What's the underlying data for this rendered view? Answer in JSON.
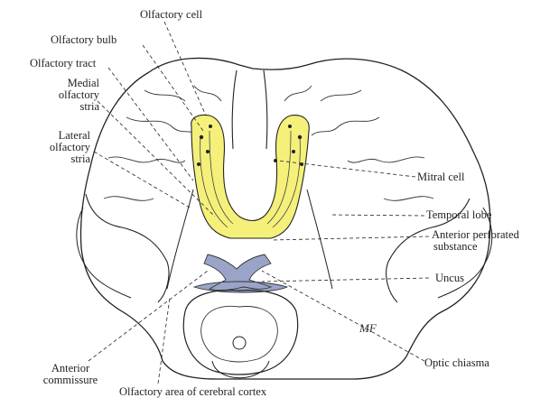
{
  "figure": {
    "colors": {
      "ink": "#222222",
      "olfactory_pathway": "#f4f07a",
      "optic_chiasma": "#9aa4c8",
      "background": "#ffffff"
    },
    "artist_mark": "MF"
  },
  "labels": {
    "olfactory_cell": "Olfactory cell",
    "olfactory_bulb": "Olfactory bulb",
    "olfactory_tract": "Olfactory tract",
    "medial_olfactory_stria": [
      "Medial",
      "olfactory",
      "stria"
    ],
    "lateral_olfactory_stria": [
      "Lateral",
      "olfactory",
      "stria"
    ],
    "mitral_cell": "Mitral cell",
    "temporal_lobe": "Temporal lobe",
    "anterior_perforated_substance": [
      "Anterior perforated",
      "substance"
    ],
    "uncus": "Uncus",
    "optic_chiasma": "Optic chiasma",
    "anterior_commissure": [
      "Anterior",
      "commissure"
    ],
    "olfactory_area": "Olfactory area of cerebral cortex"
  }
}
